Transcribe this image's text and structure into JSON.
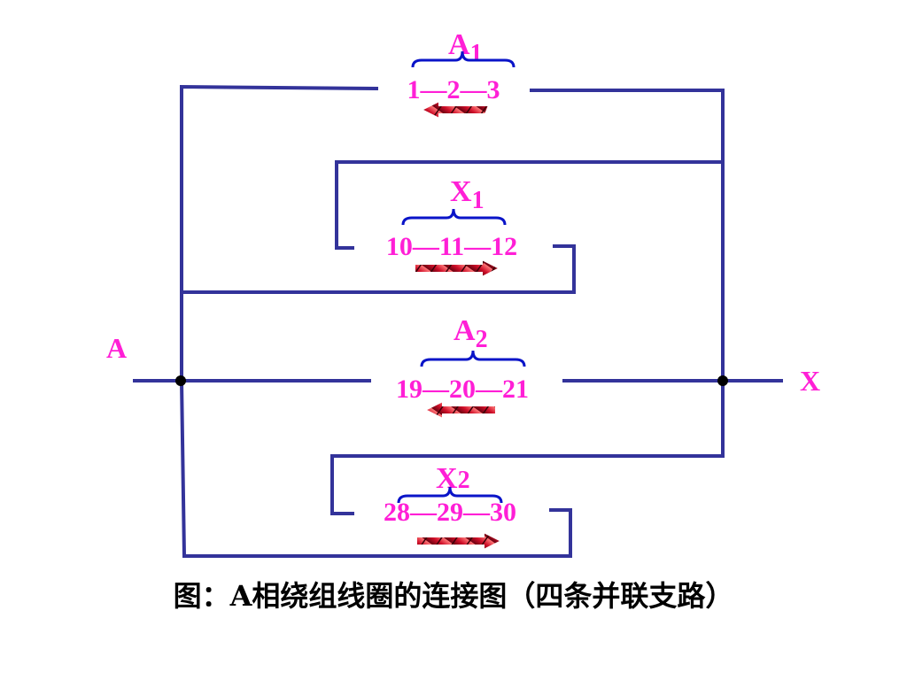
{
  "terminals": {
    "start": "A",
    "end": "X"
  },
  "branches": [
    {
      "group": "A",
      "sub": "1",
      "sequence": "1—2—3",
      "current": "left"
    },
    {
      "group": "X",
      "sub": "1",
      "sequence": "10—11—12",
      "current": "right"
    },
    {
      "group": "A",
      "sub": "2",
      "sequence": "19—20—21",
      "current": "left"
    },
    {
      "group": "X",
      "sub": "2",
      "sequence": "28—29—30",
      "current": "right"
    }
  ],
  "caption": "图：A相绕组线圈的连接图（四条并联支路）",
  "colors": {
    "wire": "#33339a",
    "label": "#ff1fd6",
    "brace": "#0a14c8",
    "arrow": "#c8102e"
  }
}
